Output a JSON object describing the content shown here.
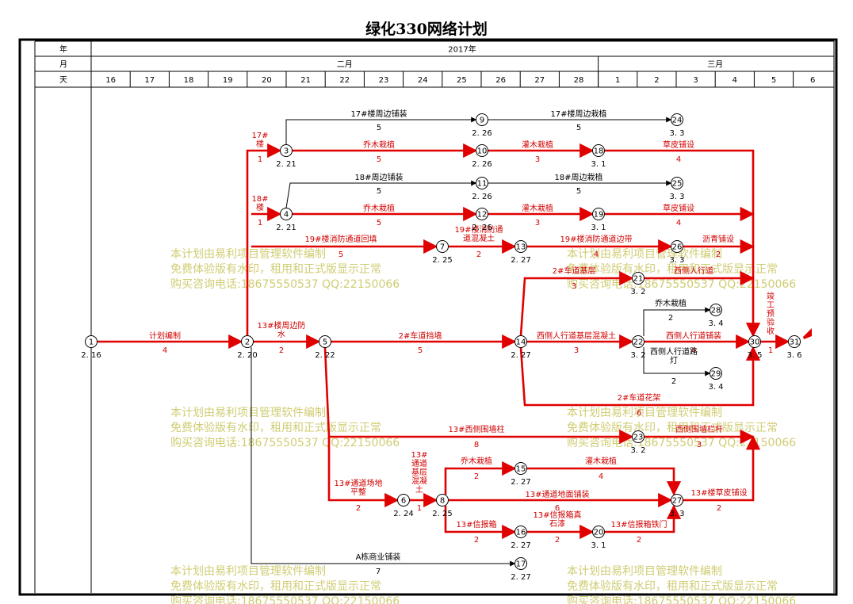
{
  "title": "绿化330网络计划",
  "header": {
    "row_labels": [
      "年",
      "月",
      "天"
    ],
    "year": "2017年",
    "months": [
      "二月",
      "三月"
    ],
    "days": [
      "16",
      "17",
      "18",
      "19",
      "20",
      "21",
      "22",
      "23",
      "24",
      "25",
      "26",
      "27",
      "28",
      "1",
      "2",
      "3",
      "4",
      "5",
      "6"
    ]
  },
  "colors": {
    "critical": "#e00000",
    "normal": "#000000",
    "watermark": "#c8c35a"
  },
  "nodes": [
    {
      "id": "1",
      "date": "2.16"
    },
    {
      "id": "2",
      "date": "2.20"
    },
    {
      "id": "3",
      "date": "2.21"
    },
    {
      "id": "4",
      "date": "2.21"
    },
    {
      "id": "5",
      "date": "2.22"
    },
    {
      "id": "6",
      "date": "2.24"
    },
    {
      "id": "7",
      "date": "2.25"
    },
    {
      "id": "8",
      "date": "2.25"
    },
    {
      "id": "9",
      "date": "2.26"
    },
    {
      "id": "10",
      "date": "2.26"
    },
    {
      "id": "11",
      "date": "2.26"
    },
    {
      "id": "12",
      "date": "2.26"
    },
    {
      "id": "13",
      "date": "2.27"
    },
    {
      "id": "14",
      "date": "2.27"
    },
    {
      "id": "15",
      "date": "2.27"
    },
    {
      "id": "16",
      "date": "2.27"
    },
    {
      "id": "17",
      "date": "2.27"
    },
    {
      "id": "18",
      "date": "3.1"
    },
    {
      "id": "19",
      "date": "3.1"
    },
    {
      "id": "20",
      "date": "3.1"
    },
    {
      "id": "21",
      "date": "3.2"
    },
    {
      "id": "22",
      "date": "3.2"
    },
    {
      "id": "23",
      "date": "3.2"
    },
    {
      "id": "24",
      "date": "3.3"
    },
    {
      "id": "25",
      "date": "3.3"
    },
    {
      "id": "26",
      "date": "3.3"
    },
    {
      "id": "27",
      "date": "3.3"
    },
    {
      "id": "28",
      "date": "3.4"
    },
    {
      "id": "29",
      "date": "3.4"
    },
    {
      "id": "30",
      "date": "3.5"
    },
    {
      "id": "31",
      "date": "3.6"
    }
  ],
  "tasks": [
    {
      "name": "计划编制",
      "duration": "4",
      "critical": true
    },
    {
      "name": "17#楼",
      "duration": "1",
      "critical": true
    },
    {
      "name": "18#楼",
      "duration": "1",
      "critical": true
    },
    {
      "name": "13#楼周边防水",
      "duration": "2",
      "critical": true
    },
    {
      "name": "17#楼周边铺装",
      "duration": "5",
      "critical": false
    },
    {
      "name": "17#楼周边栽植",
      "duration": "5",
      "critical": false
    },
    {
      "name": "乔木栽植",
      "duration": "5",
      "critical": true
    },
    {
      "name": "灌木栽植",
      "duration": "3",
      "critical": true
    },
    {
      "name": "草皮铺设",
      "duration": "4",
      "critical": true
    },
    {
      "name": "18#周边铺装",
      "duration": "5",
      "critical": false
    },
    {
      "name": "18#周边栽植",
      "duration": "5",
      "critical": false
    },
    {
      "name": "乔木栽植",
      "duration": "5",
      "critical": true
    },
    {
      "name": "灌木栽植",
      "duration": "3",
      "critical": true
    },
    {
      "name": "草皮铺设",
      "duration": "4",
      "critical": true
    },
    {
      "name": "19#楼消防通道回填",
      "duration": "5",
      "critical": true
    },
    {
      "name": "19#楼消防通道混凝土",
      "duration": "2",
      "critical": true
    },
    {
      "name": "19#楼消防通道边带",
      "duration": "4",
      "critical": true
    },
    {
      "name": "沥青铺设",
      "duration": "2",
      "critical": true
    },
    {
      "name": "2#车道基层",
      "duration": "3",
      "critical": true
    },
    {
      "name": "西侧人行道",
      "duration": "",
      "critical": true
    },
    {
      "name": "2#车道挡墙",
      "duration": "5",
      "critical": true
    },
    {
      "name": "西侧人行道基层混凝土",
      "duration": "3",
      "critical": true
    },
    {
      "name": "乔木栽植",
      "duration": "2",
      "critical": false
    },
    {
      "name": "西侧人行道铺装",
      "duration": "4",
      "critical": true
    },
    {
      "name": "西侧人行道路灯",
      "duration": "2",
      "critical": false
    },
    {
      "name": "竣工预验收",
      "duration": "1",
      "critical": true
    },
    {
      "name": "2#车道花架",
      "duration": "6",
      "critical": true
    },
    {
      "name": "13#西侧围墙柱",
      "duration": "8",
      "critical": true
    },
    {
      "name": "西侧围墙栏杆",
      "duration": "3",
      "critical": true
    },
    {
      "name": "13#通道场地平整",
      "duration": "2",
      "critical": true
    },
    {
      "name": "13#通道基层混凝土",
      "duration": "1",
      "critical": true
    },
    {
      "name": "乔木栽植",
      "duration": "2",
      "critical": true
    },
    {
      "name": "灌木栽植",
      "duration": "4",
      "critical": true
    },
    {
      "name": "13#通道地面铺装",
      "duration": "6",
      "critical": true
    },
    {
      "name": "13#楼草皮铺设",
      "duration": "2",
      "critical": true
    },
    {
      "name": "13#信报箱",
      "duration": "2",
      "critical": true
    },
    {
      "name": "13#信报箱真石漆",
      "duration": "2",
      "critical": true
    },
    {
      "name": "13#信报箱铁门",
      "duration": "2",
      "critical": true
    },
    {
      "name": "A栋商业铺装",
      "duration": "7",
      "critical": false
    }
  ],
  "watermark": {
    "line1": "本计划由易利项目管理软件编制",
    "line2": "免费体验版有水印，租用和正式版显示正常",
    "line3": "购买咨询电话:18675550537 QQ:22150066"
  }
}
